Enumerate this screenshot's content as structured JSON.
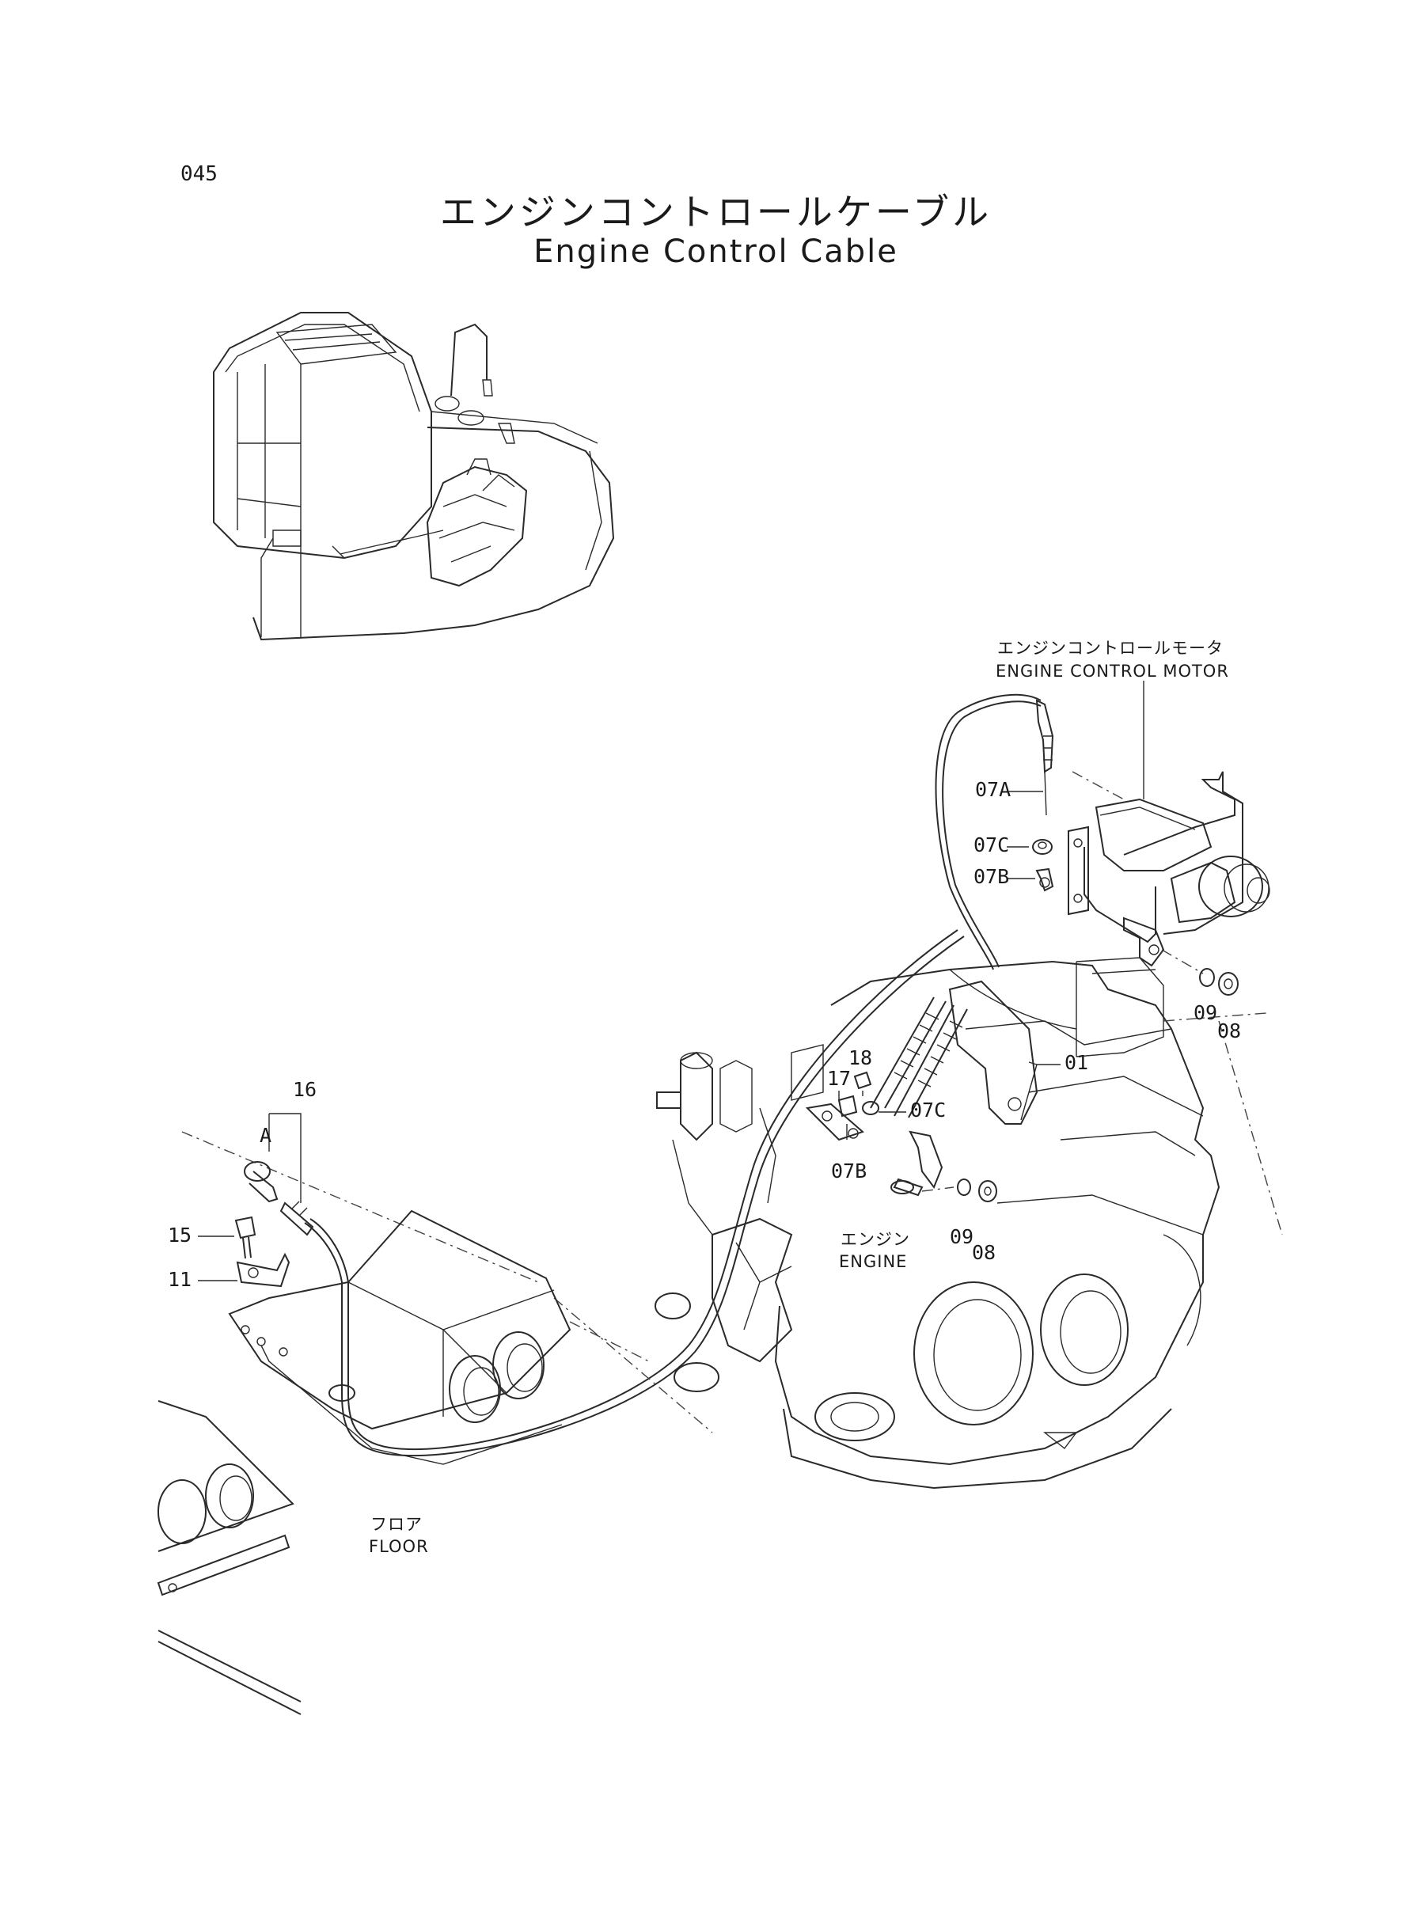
{
  "page_number": "045",
  "title": {
    "japanese": "エンジンコントロールケーブル",
    "english": "Engine Control Cable"
  },
  "labels": {
    "motor_jp": "エンジンコントロールモータ",
    "motor_en": "ENGINE CONTROL MOTOR",
    "engine_jp": "エンジン",
    "engine_en": "ENGINE",
    "floor_jp": "フロア",
    "floor_en": "FLOOR"
  },
  "callouts": {
    "p07A": "07A",
    "p07C_top": "07C",
    "p07B_top": "07B",
    "p09_top": "09",
    "p08_top": "08",
    "p01": "01",
    "p18": "18",
    "p17": "17",
    "p07C_mid": "07C",
    "p07B_mid": "07B",
    "p09_mid": "09",
    "p08_mid": "08",
    "p16": "16",
    "pA": "A",
    "p15": "15",
    "p11": "11"
  }
}
